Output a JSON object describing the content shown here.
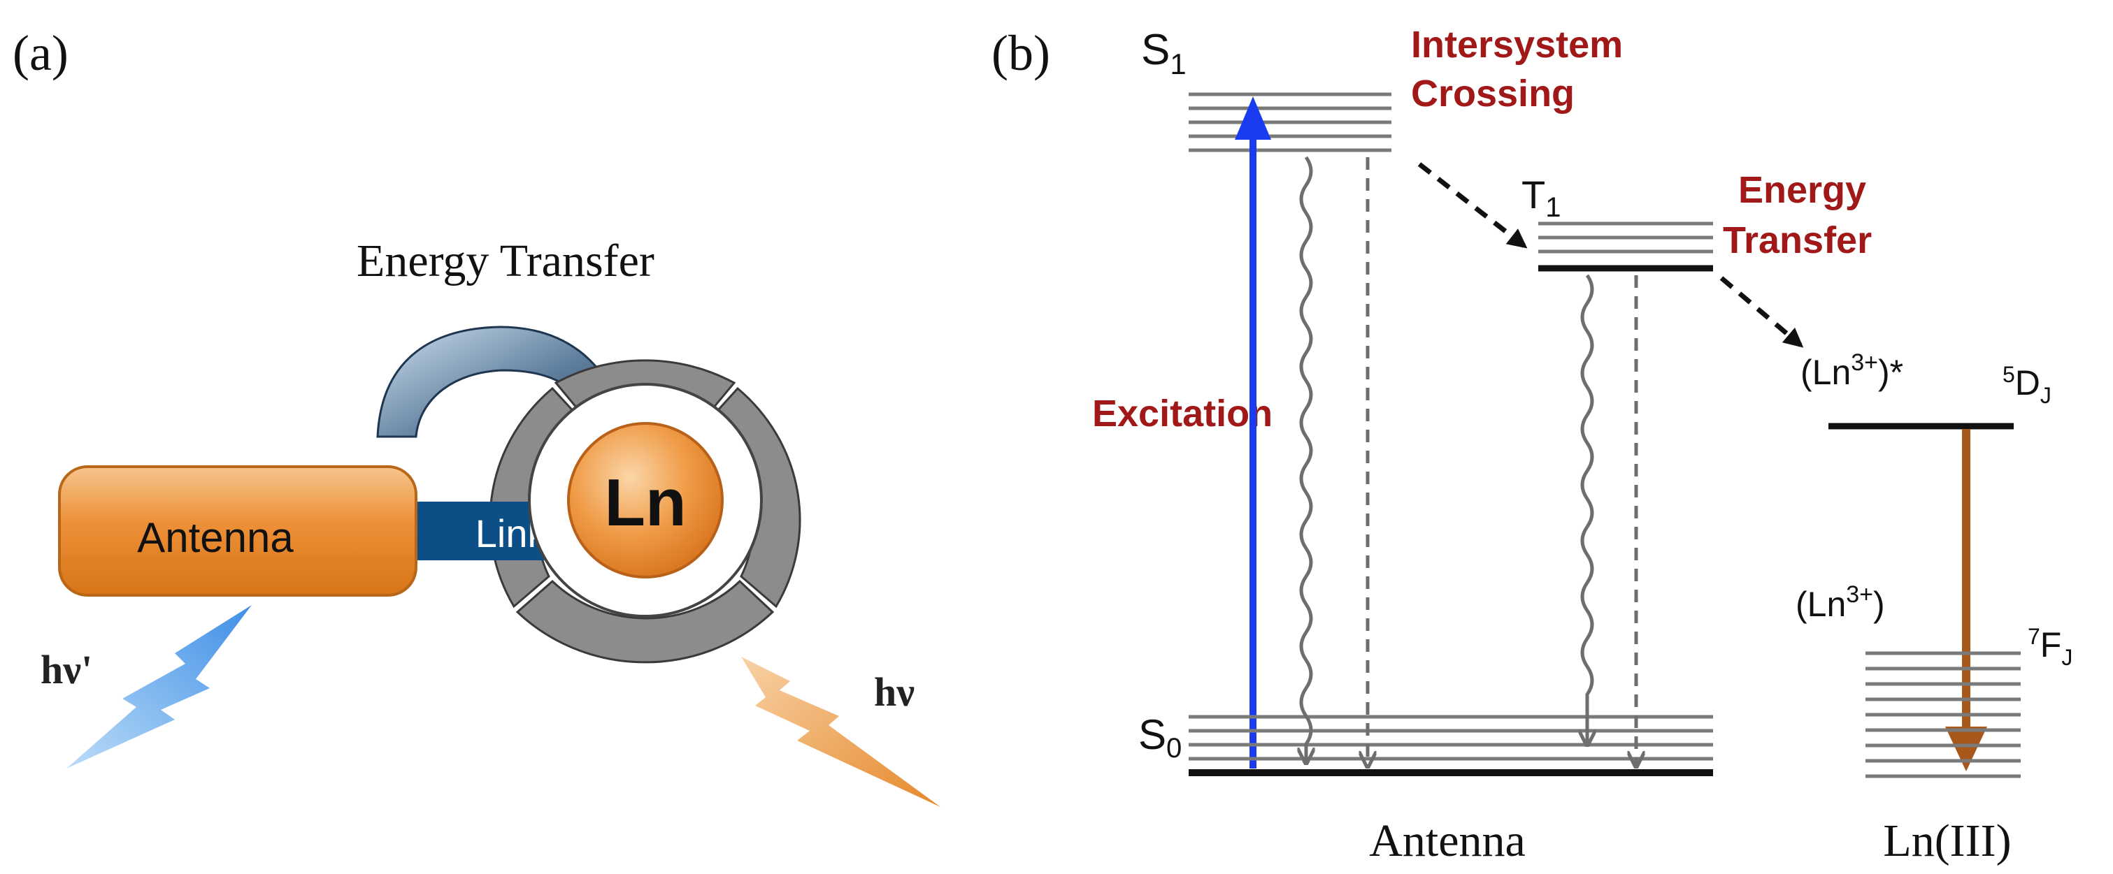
{
  "panel_a": {
    "label": "(a)",
    "energy_transfer": "Energy Transfer",
    "antenna": "Antenna",
    "linker": "Linker",
    "ln": "Ln",
    "hv_in": "hν'",
    "hv_out": "hν",
    "colors": {
      "antenna_orange": "#e8862e",
      "linker_blue": "#0b4f86",
      "ring_gray": "#8a8a8a",
      "arrow_dark": "#2f4a66",
      "bolt_blue": "#5aa8ee",
      "bolt_orange": "#ee9a48"
    }
  },
  "panel_b": {
    "label": "(b)",
    "s1": "S",
    "s1_sub": "1",
    "s0": "S",
    "s0_sub": "0",
    "t1": "T",
    "t1_sub": "1",
    "intersystem_line1": "Intersystem",
    "intersystem_line2": "Crossing",
    "energy_line1": "Energy",
    "energy_line2": "Transfer",
    "excitation": "Excitation",
    "ln_excited_open": "(Ln",
    "ln_excited_sup": "3+",
    "ln_excited_close": ")*",
    "ln_ground_open": "(Ln",
    "ln_ground_sup": "3+",
    "ln_ground_close": ")",
    "d_sup": "5",
    "d_main": "D",
    "d_sub": "J",
    "f_sup": "7",
    "f_main": "F",
    "f_sub": "J",
    "antenna": "Antenna",
    "ln_iii": "Ln(III)",
    "colors": {
      "label_red": "#a01818",
      "excitation_blue": "#1a3cf0",
      "emission_brown": "#a8581a",
      "level_gray": "#7a7a7a"
    }
  }
}
